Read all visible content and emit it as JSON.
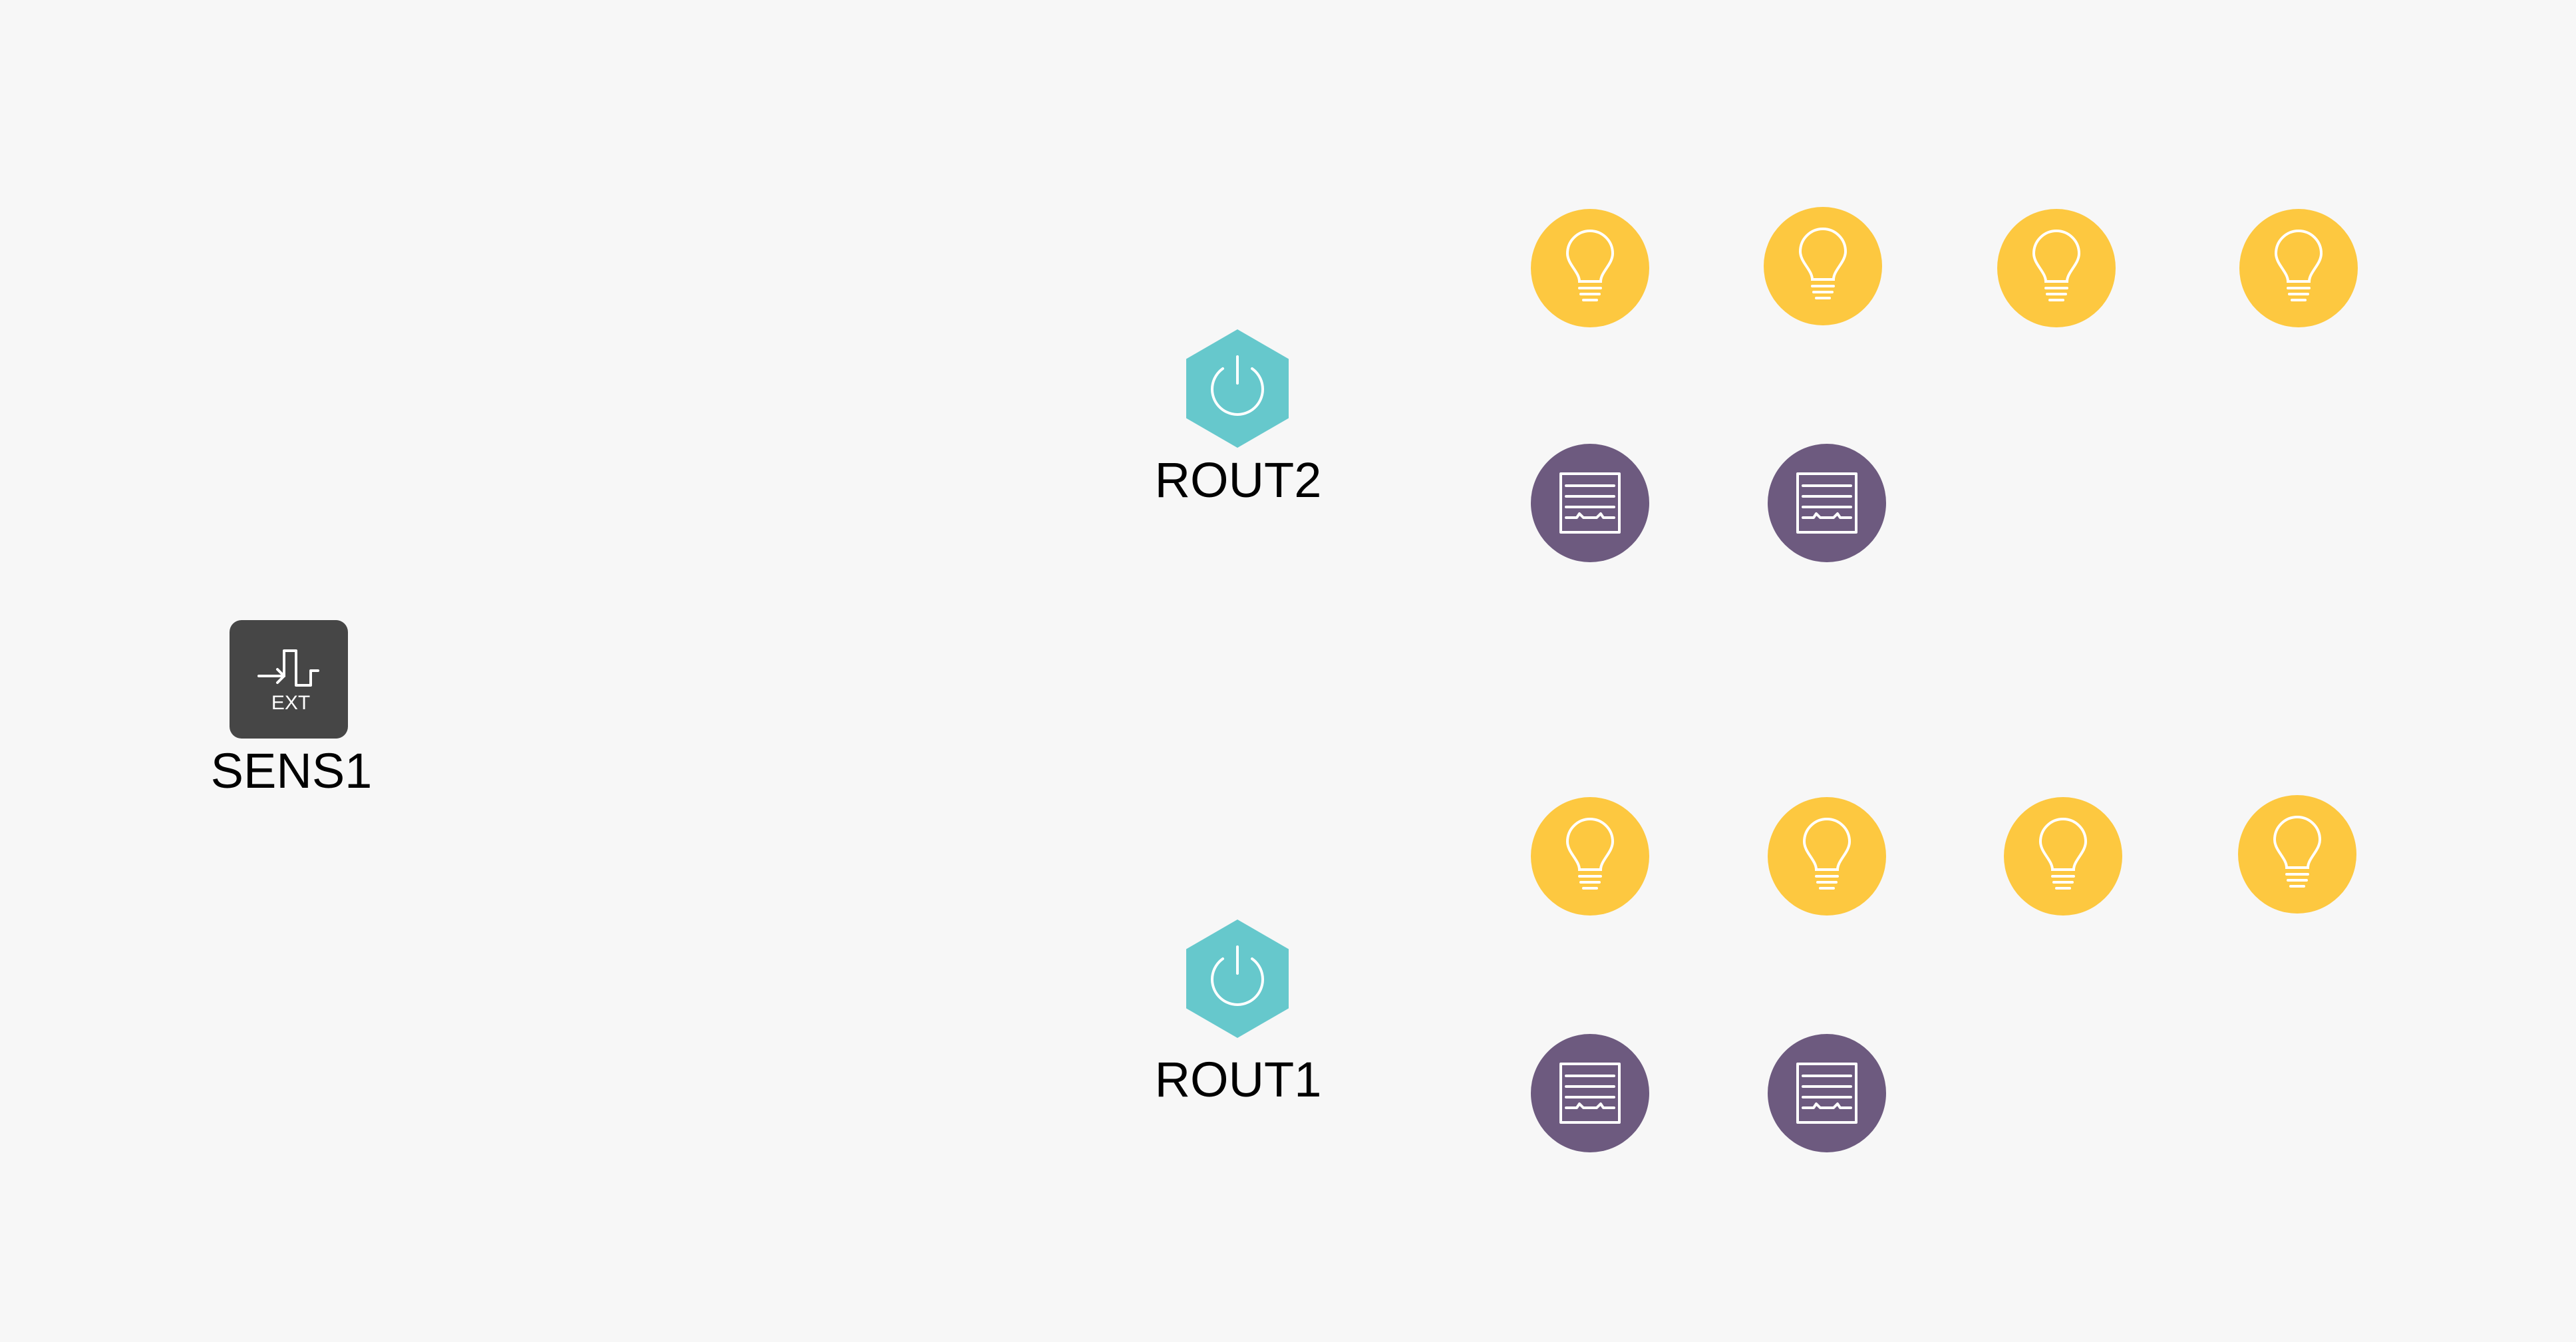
{
  "colors": {
    "background": "#f7f7f7",
    "sensor_fill": "#464646",
    "router_fill": "#66c8cc",
    "light_fill": "#fdc840",
    "blind_fill": "#6d5a7f",
    "icon_stroke": "#ffffff",
    "label_text": "#000000"
  },
  "sensor": {
    "label": "SENS1",
    "badge_text": "EXT",
    "icon": "ext-input-icon"
  },
  "routers": [
    {
      "label": "ROUT2",
      "icon": "power-icon",
      "lights": [
        "lightbulb-icon",
        "lightbulb-icon",
        "lightbulb-icon",
        "lightbulb-icon"
      ],
      "blinds": [
        "blind-icon",
        "blind-icon"
      ]
    },
    {
      "label": "ROUT1",
      "icon": "power-icon",
      "lights": [
        "lightbulb-icon",
        "lightbulb-icon",
        "lightbulb-icon",
        "lightbulb-icon"
      ],
      "blinds": [
        "blind-icon",
        "blind-icon"
      ]
    }
  ]
}
